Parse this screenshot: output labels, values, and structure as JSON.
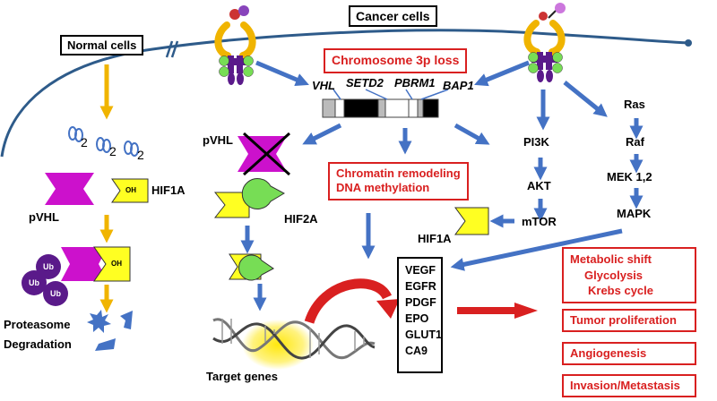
{
  "labels": {
    "cancer_cells": "Cancer cells",
    "normal_cells": "Normal cells",
    "o2": "O",
    "o2_sub": "2",
    "pvhl_normal": "pVHL",
    "oh": "OH",
    "hif1a_normal": "HIF1A",
    "ub": "Ub",
    "proteasome": "Proteasome",
    "degradation": "Degradation",
    "pvhl_cancer": "pVHL",
    "hif2a": "HIF2A",
    "target_genes": "Target genes",
    "hif1a_cancer": "HIF1A"
  },
  "chromosome": {
    "title": "Chromosome 3p loss",
    "genes": [
      "VHL",
      "SETD2",
      "PBRM1",
      "BAP1"
    ]
  },
  "chromatin": [
    "Chromatin remodeling",
    "DNA methylation"
  ],
  "pathway_pi3k": [
    "PI3K",
    "AKT",
    "mTOR"
  ],
  "pathway_ras": [
    "Ras",
    "Raf",
    "MEK 1,2",
    "MAPK"
  ],
  "target_gene_list": [
    "VEGF",
    "EGFR",
    "PDGF",
    "EPO",
    "GLUT1",
    "CA9"
  ],
  "outcomes": {
    "metabolic": [
      "Metabolic shift",
      "Glycolysis",
      "Krebs cycle"
    ],
    "proliferation": "Tumor proliferation",
    "angiogenesis": "Angiogenesis",
    "invasion": "Invasion/Metastasis"
  },
  "colors": {
    "arrow_blue": "#4472c4",
    "arrow_orange": "#f0b400",
    "magenta": "#cc11cc",
    "yellow": "#ffff22",
    "green": "#77dd55",
    "purple": "#5a1a8a",
    "red": "#d92020",
    "membrane": "#2e5b8a"
  }
}
